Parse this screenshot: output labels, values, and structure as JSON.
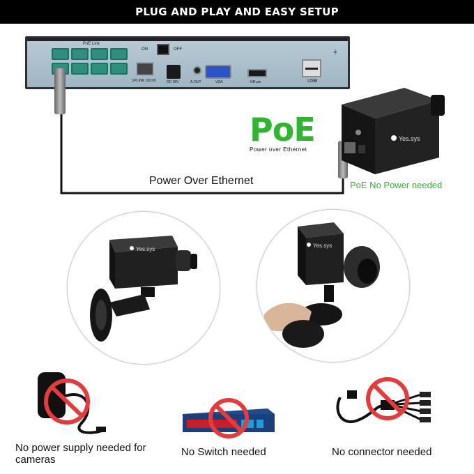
{
  "banner": {
    "title": "PLUG AND PLAY AND EASY SETUP"
  },
  "nvr": {
    "poe_link_label": "PoE Link",
    "switch_on": "ON",
    "switch_off": "OFF",
    "lan_label": "UPLINK 10/100",
    "dc_label": "DC 48V",
    "aout_label": "A-OUT",
    "vga_label": "VGA",
    "hdmi_label": "HD-pin",
    "usb_label": "USB",
    "ground_symbol": "⏚"
  },
  "poe_logo": {
    "big": "PoE",
    "small": "Power over Ethernet"
  },
  "labels": {
    "power_over_ethernet": "Power Over Ethernet",
    "poe_no_power": "PoE No Power needed"
  },
  "camera": {
    "brand": "Yes.sys"
  },
  "bottom": {
    "power_supply": "No power supply needed for cameras",
    "switch": "No Switch needed",
    "connector": "No connector needed"
  },
  "colors": {
    "poe_green": "#2fb52f",
    "prohibit_red": "#e53b3b",
    "banner_bg": "#000000"
  }
}
